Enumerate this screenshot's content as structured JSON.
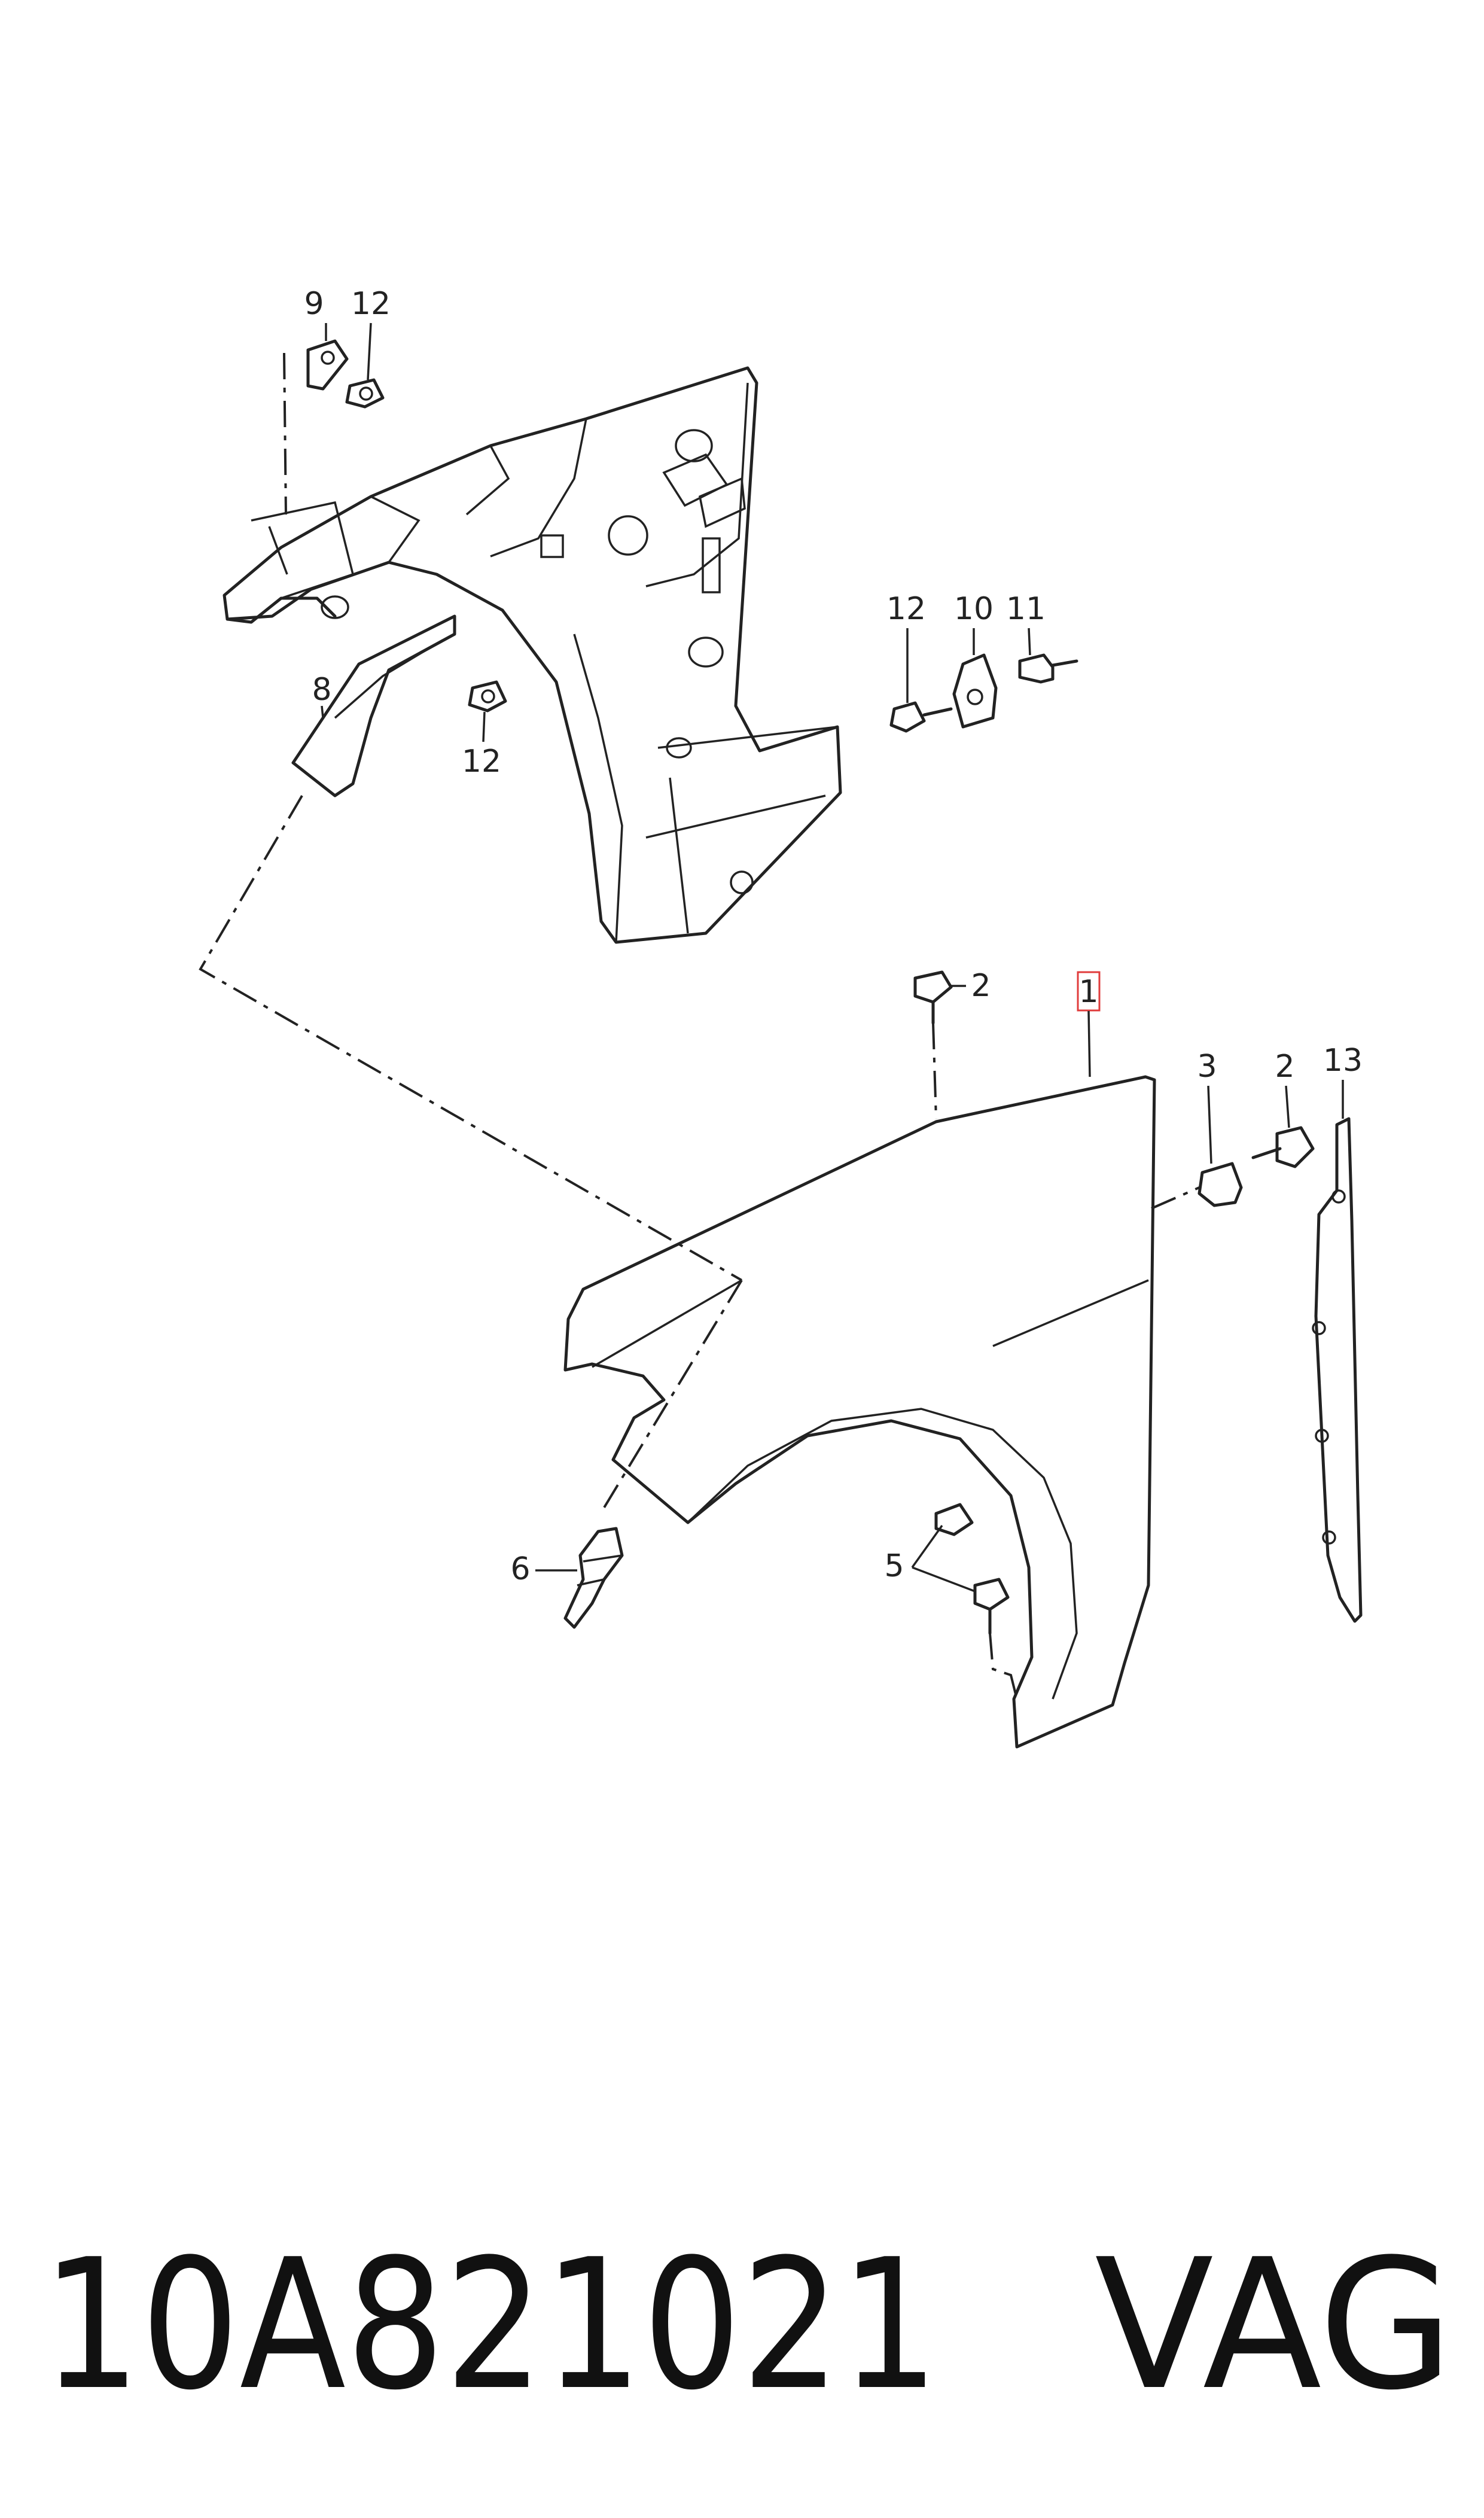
{
  "callouts": {
    "c1": "1",
    "c2a": "2",
    "c2b": "2",
    "c3": "3",
    "c5": "5",
    "c6": "6",
    "c8": "8",
    "c9": "9",
    "c10": "10",
    "c11": "11",
    "c12a": "12",
    "c12b": "12",
    "c12c": "12",
    "c13": "13"
  },
  "part_number": "10A821021",
  "brand": "VAG",
  "colors": {
    "highlight_box": "#e03c3c",
    "line": "#222222"
  }
}
